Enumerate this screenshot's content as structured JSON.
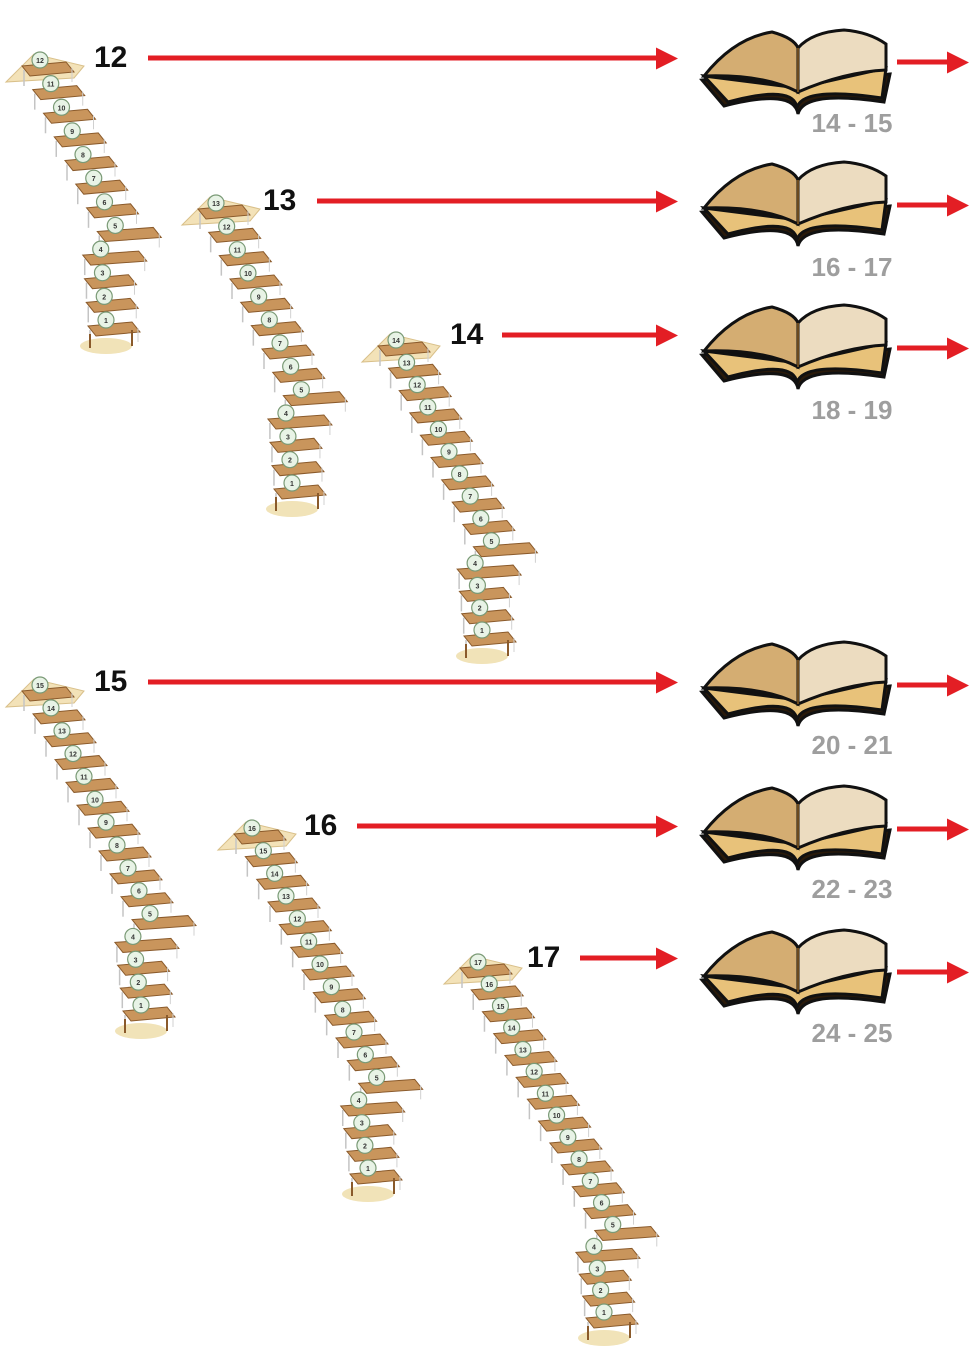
{
  "colors": {
    "arrow": "#e31e24",
    "label": "#111111",
    "page_text": "#9e9e9e",
    "tread": "#c9955c",
    "book": "#caa36a"
  },
  "icons": {
    "book": "open-book-icon",
    "stair": "staircase-icon"
  },
  "groups": [
    {
      "stairs": [
        {
          "label": "12",
          "steps": 12,
          "turn_at": [
            4,
            5
          ],
          "pages": "14 - 15"
        },
        {
          "label": "13",
          "steps": 13,
          "turn_at": [
            4,
            5
          ],
          "pages": "16 - 17"
        },
        {
          "label": "14",
          "steps": 14,
          "turn_at": [
            4,
            5
          ],
          "pages": "18 - 19"
        }
      ]
    },
    {
      "stairs": [
        {
          "label": "15",
          "steps": 15,
          "turn_at": [
            4,
            5
          ],
          "pages": "20 - 21"
        },
        {
          "label": "16",
          "steps": 16,
          "turn_at": [
            4,
            5
          ],
          "pages": "22 - 23"
        },
        {
          "label": "17",
          "steps": 17,
          "turn_at": [
            4,
            5
          ],
          "pages": "24 - 25"
        }
      ]
    }
  ]
}
